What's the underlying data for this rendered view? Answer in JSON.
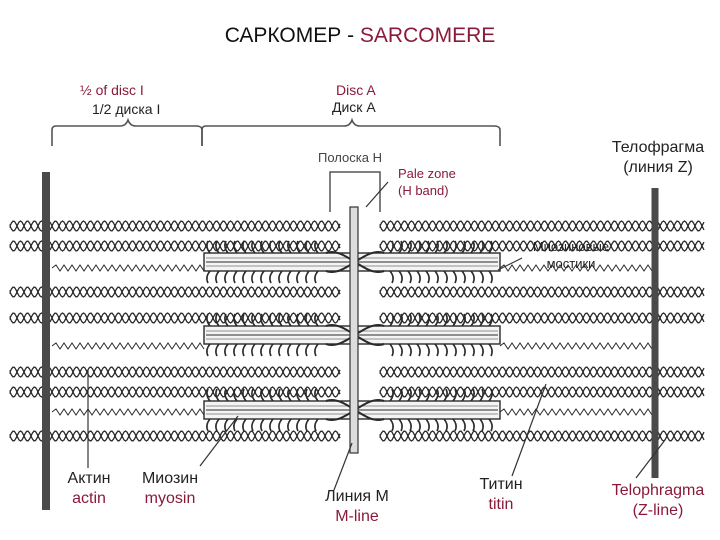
{
  "title": {
    "ru": "САРКОМЕР - ",
    "en": "SARCOMERE"
  },
  "labels": {
    "half_disc_i_en": "½ of disc I",
    "half_disc_i_ru": "1/2 диска I",
    "disc_a_en": "Disc A",
    "disc_a_ru": "Диск А",
    "h_band_ru": "Полоска Н",
    "pale_zone_1": "Pale zone",
    "pale_zone_2": "(H band)",
    "telophragma_ru_1": "Телофрагма",
    "telophragma_ru_2": "(линия Z)",
    "bridges_ru_1": "Миозиновые",
    "bridges_ru_2": "мостики",
    "actin_ru": "Актин",
    "actin_en": "actin",
    "myosin_ru": "Миозин",
    "myosin_en": "myosin",
    "mline_ru": "Линия М",
    "mline_en": "M-line",
    "titin_ru": "Титин",
    "titin_en": "titin",
    "telophragma_en_1": "Telophragma",
    "telophragma_en_2": "(Z-line)"
  },
  "colors": {
    "accent": "#8b1a3a",
    "ink": "#2a2a2a",
    "line": "#4a4a4a"
  }
}
